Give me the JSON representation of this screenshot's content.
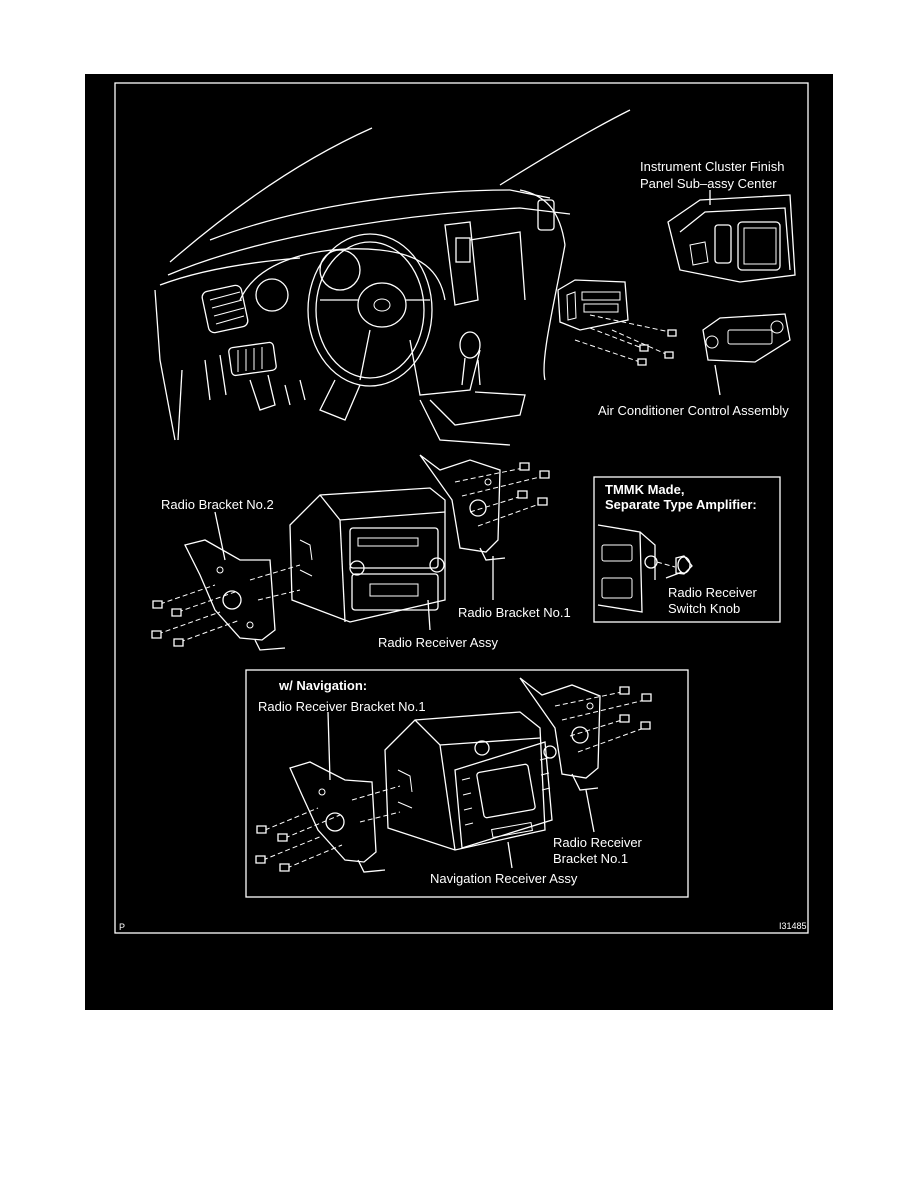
{
  "labels": {
    "instrument_cluster_line1": "Instrument Cluster Finish",
    "instrument_cluster_line2": "Panel Sub–assy Center",
    "air_conditioner": "Air Conditioner Control Assembly",
    "radio_bracket_2": "Radio Bracket No.2",
    "radio_bracket_1": "Radio Bracket No.1",
    "radio_receiver_assy": "Radio Receiver Assy",
    "tmmk_line1": "TMMK Made,",
    "tmmk_line2": "Separate Type Amplifier:",
    "switch_knob_line1": "Radio Receiver",
    "switch_knob_line2": "Switch Knob",
    "w_navigation": "w/ Navigation:",
    "radio_receiver_bracket_1": "Radio Receiver Bracket No.1",
    "radio_receiver_bracket_r_line1": "Radio Receiver",
    "radio_receiver_bracket_r_line2": "Bracket No.1",
    "navigation_receiver_assy": "Navigation Receiver Assy",
    "corner_p": "P",
    "figure_code": "I31485"
  },
  "colors": {
    "background": "#000000",
    "line": "#ffffff",
    "page": "#ffffff"
  }
}
